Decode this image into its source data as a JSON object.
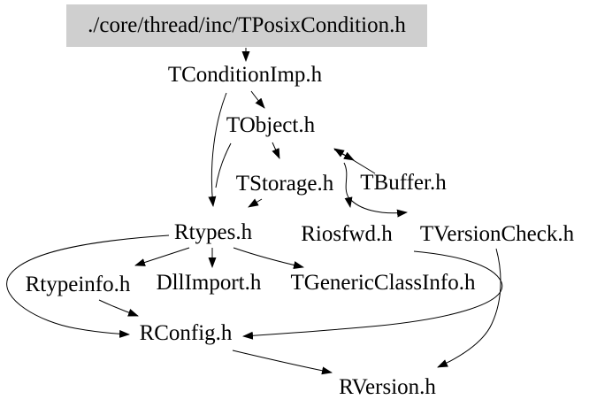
{
  "diagram": {
    "type": "include-dependency-graph",
    "root": {
      "label": "./core/thread/inc/TPosixCondition.h"
    },
    "nodes": [
      {
        "id": "tconditionimp",
        "label": "TConditionImp.h"
      },
      {
        "id": "tobject",
        "label": "TObject.h"
      },
      {
        "id": "tstorage",
        "label": "TStorage.h"
      },
      {
        "id": "tbuffer",
        "label": "TBuffer.h"
      },
      {
        "id": "rtypes",
        "label": "Rtypes.h"
      },
      {
        "id": "riosfwd",
        "label": "Riosfwd.h"
      },
      {
        "id": "tversioncheck",
        "label": "TVersionCheck.h"
      },
      {
        "id": "rtypeinfo",
        "label": "Rtypeinfo.h"
      },
      {
        "id": "dllimport",
        "label": "DllImport.h"
      },
      {
        "id": "tgenericclassinfo",
        "label": "TGenericClassInfo.h"
      },
      {
        "id": "rconfig",
        "label": "RConfig.h"
      },
      {
        "id": "rversion",
        "label": "RVersion.h"
      }
    ],
    "edges": [
      {
        "from": "./core/thread/inc/TPosixCondition.h",
        "to": "TConditionImp.h"
      },
      {
        "from": "TConditionImp.h",
        "to": "TObject.h"
      },
      {
        "from": "TConditionImp.h",
        "to": "Rtypes.h"
      },
      {
        "from": "TObject.h",
        "to": "Rtypes.h"
      },
      {
        "from": "TObject.h",
        "to": "TStorage.h"
      },
      {
        "from": "TObject.h",
        "to": "TBuffer.h"
      },
      {
        "from": "TBuffer.h",
        "to": "TObject.h"
      },
      {
        "from": "TObject.h",
        "to": "Riosfwd.h"
      },
      {
        "from": "TObject.h",
        "to": "TVersionCheck.h"
      },
      {
        "from": "TStorage.h",
        "to": "Rtypes.h"
      },
      {
        "from": "Rtypes.h",
        "to": "Rtypeinfo.h"
      },
      {
        "from": "Rtypes.h",
        "to": "DllImport.h"
      },
      {
        "from": "Rtypes.h",
        "to": "TGenericClassInfo.h"
      },
      {
        "from": "Rtypes.h",
        "to": "RConfig.h"
      },
      {
        "from": "Rtypeinfo.h",
        "to": "RConfig.h"
      },
      {
        "from": "TVersionCheck.h",
        "to": "RConfig.h"
      },
      {
        "from": "TVersionCheck.h",
        "to": "RVersion.h"
      },
      {
        "from": "RConfig.h",
        "to": "RVersion.h"
      }
    ],
    "colors": {
      "background": "#ffffff",
      "root_node_fill": "#cfcfcf",
      "edge": "#000000",
      "text": "#000000"
    }
  }
}
